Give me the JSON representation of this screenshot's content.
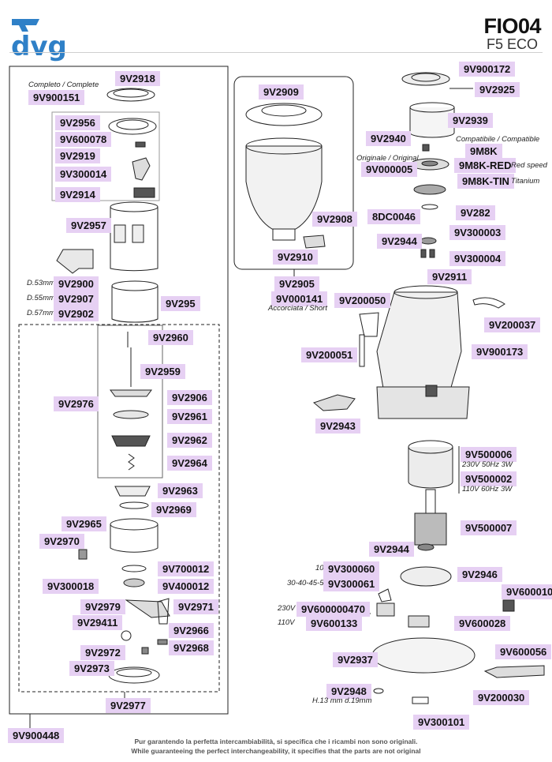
{
  "header": {
    "brand": "dvg",
    "model": "FIO04",
    "variant": "F5 ECO"
  },
  "labels": {
    "9V2918": "9V2918",
    "9V900151": "9V900151",
    "9V2956": "9V2956",
    "9V600078": "9V600078",
    "9V2919": "9V2919",
    "9V300014": "9V300014",
    "9V2914": "9V2914",
    "9V2957": "9V2957",
    "9V2900": "9V2900",
    "9V2907": "9V2907",
    "9V2902": "9V2902",
    "9V295": "9V295",
    "9V2960": "9V2960",
    "9V2959": "9V2959",
    "9V2976": "9V2976",
    "9V2906": "9V2906",
    "9V2961": "9V2961",
    "9V2962": "9V2962",
    "9V2964": "9V2964",
    "9V2963": "9V2963",
    "9V2969": "9V2969",
    "9V2965": "9V2965",
    "9V2970": "9V2970",
    "9V700012": "9V700012",
    "9V300018": "9V300018",
    "9V400012": "9V400012",
    "9V2979": "9V2979",
    "9V2971": "9V2971",
    "9V29411": "9V29411",
    "9V2966": "9V2966",
    "9V2972": "9V2972",
    "9V2968": "9V2968",
    "9V2973": "9V2973",
    "9V2977": "9V2977",
    "9V900448": "9V900448",
    "9V2909": "9V2909",
    "9V2908": "9V2908",
    "9V2910": "9V2910",
    "9V2905": "9V2905",
    "9V000141": "9V000141",
    "9V900172": "9V900172",
    "9V2925": "9V2925",
    "9V2939": "9V2939",
    "9V2940": "9V2940",
    "9M8K": "9M8K",
    "9M8K-RED": "9M8K-RED",
    "9M8K-TIN": "9M8K-TIN",
    "9V000005": "9V000005",
    "8DC0046": "8DC0046",
    "9V282": "9V282",
    "9V300003": "9V300003",
    "9V2944a": "9V2944",
    "9V300004": "9V300004",
    "9V2911": "9V2911",
    "9V200050": "9V200050",
    "9V200037": "9V200037",
    "9V200051": "9V200051",
    "9V900173": "9V900173",
    "9V2943": "9V2943",
    "9V500006": "9V500006",
    "9V500002": "9V500002",
    "9V500007": "9V500007",
    "9V2944b": "9V2944",
    "9V2946": "9V2946",
    "9V300060": "9V300060",
    "9V300061": "9V300061",
    "9V600010": "9V600010",
    "9V600000470": "9V600000470",
    "9V600133": "9V600133",
    "9V600028": "9V600028",
    "9V2937": "9V2937",
    "9V600056": "9V600056",
    "9V2948": "9V2948",
    "9V200030": "9V200030",
    "9V300101": "9V300101"
  },
  "notes": {
    "complete": "Completo / Complete",
    "d53": "D.53mm",
    "d55": "D.55mm",
    "d57": "D.57mm",
    "short": "Accorciata / Short",
    "compatible": "Compatibile / Compatible",
    "original": "Originale / Original",
    "red_speed": "Red speed",
    "titanium": "Titanium",
    "v230": "230V 50Hz 3W",
    "v110": "110V 60Hz 3W",
    "n10": "10",
    "n3045": "30-40-45-55",
    "c230": "230V",
    "c110": "110V",
    "h13": "H.13 mm d.19mm"
  },
  "footer": {
    "line1": "Pur garantendo la perfetta intercambiabilità, si specifica che i ricambi non sono originali.",
    "line2": "While guaranteeing the perfect interchangeability, it specifies that the parts are not original"
  },
  "colors": {
    "label_bg": "#e6d0f3",
    "brand_blue": "#2f80c7"
  }
}
